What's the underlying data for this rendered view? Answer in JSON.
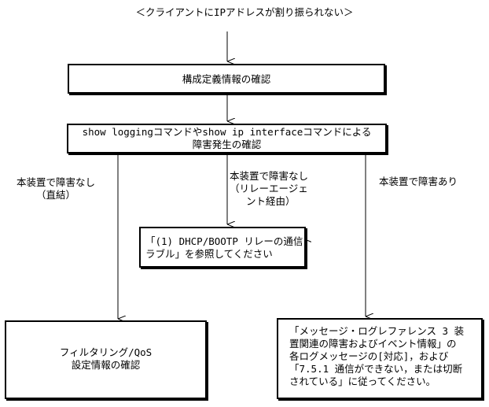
{
  "title": "＜クライアントにIPアドレスが割り振られない＞",
  "nodes": {
    "config_check": "構成定義情報の確認",
    "logging_check": {
      "line1": "show loggingコマンドやshow ip interfaceコマンドによる",
      "line2": "障害発生の確認"
    },
    "dhcp_ref": {
      "line1": "「(1) DHCP/BOOTP リレーの通信ト",
      "line2": "ラブル」を参照してください"
    },
    "filter_check": {
      "line1": "フィルタリング/QoS",
      "line2": "設定情報の確認"
    },
    "message_ref": {
      "line1": "「メッセージ・ログレファレンス 3 装",
      "line2": "置関連の障害およびイベント情報」の",
      "line3": "各ログメッセージの[対応]，および",
      "line4": "「7.5.1 通信ができない，または切断",
      "line5": "されている」に従ってください。"
    }
  },
  "edge_labels": {
    "direct": {
      "line1": "本装置で障害なし",
      "line2": "（直結）"
    },
    "relay": {
      "line1": "本装置で障害なし",
      "line2": "（リレーエージェ",
      "line3": "ント経由）"
    },
    "fault": "本装置で障害あり"
  }
}
